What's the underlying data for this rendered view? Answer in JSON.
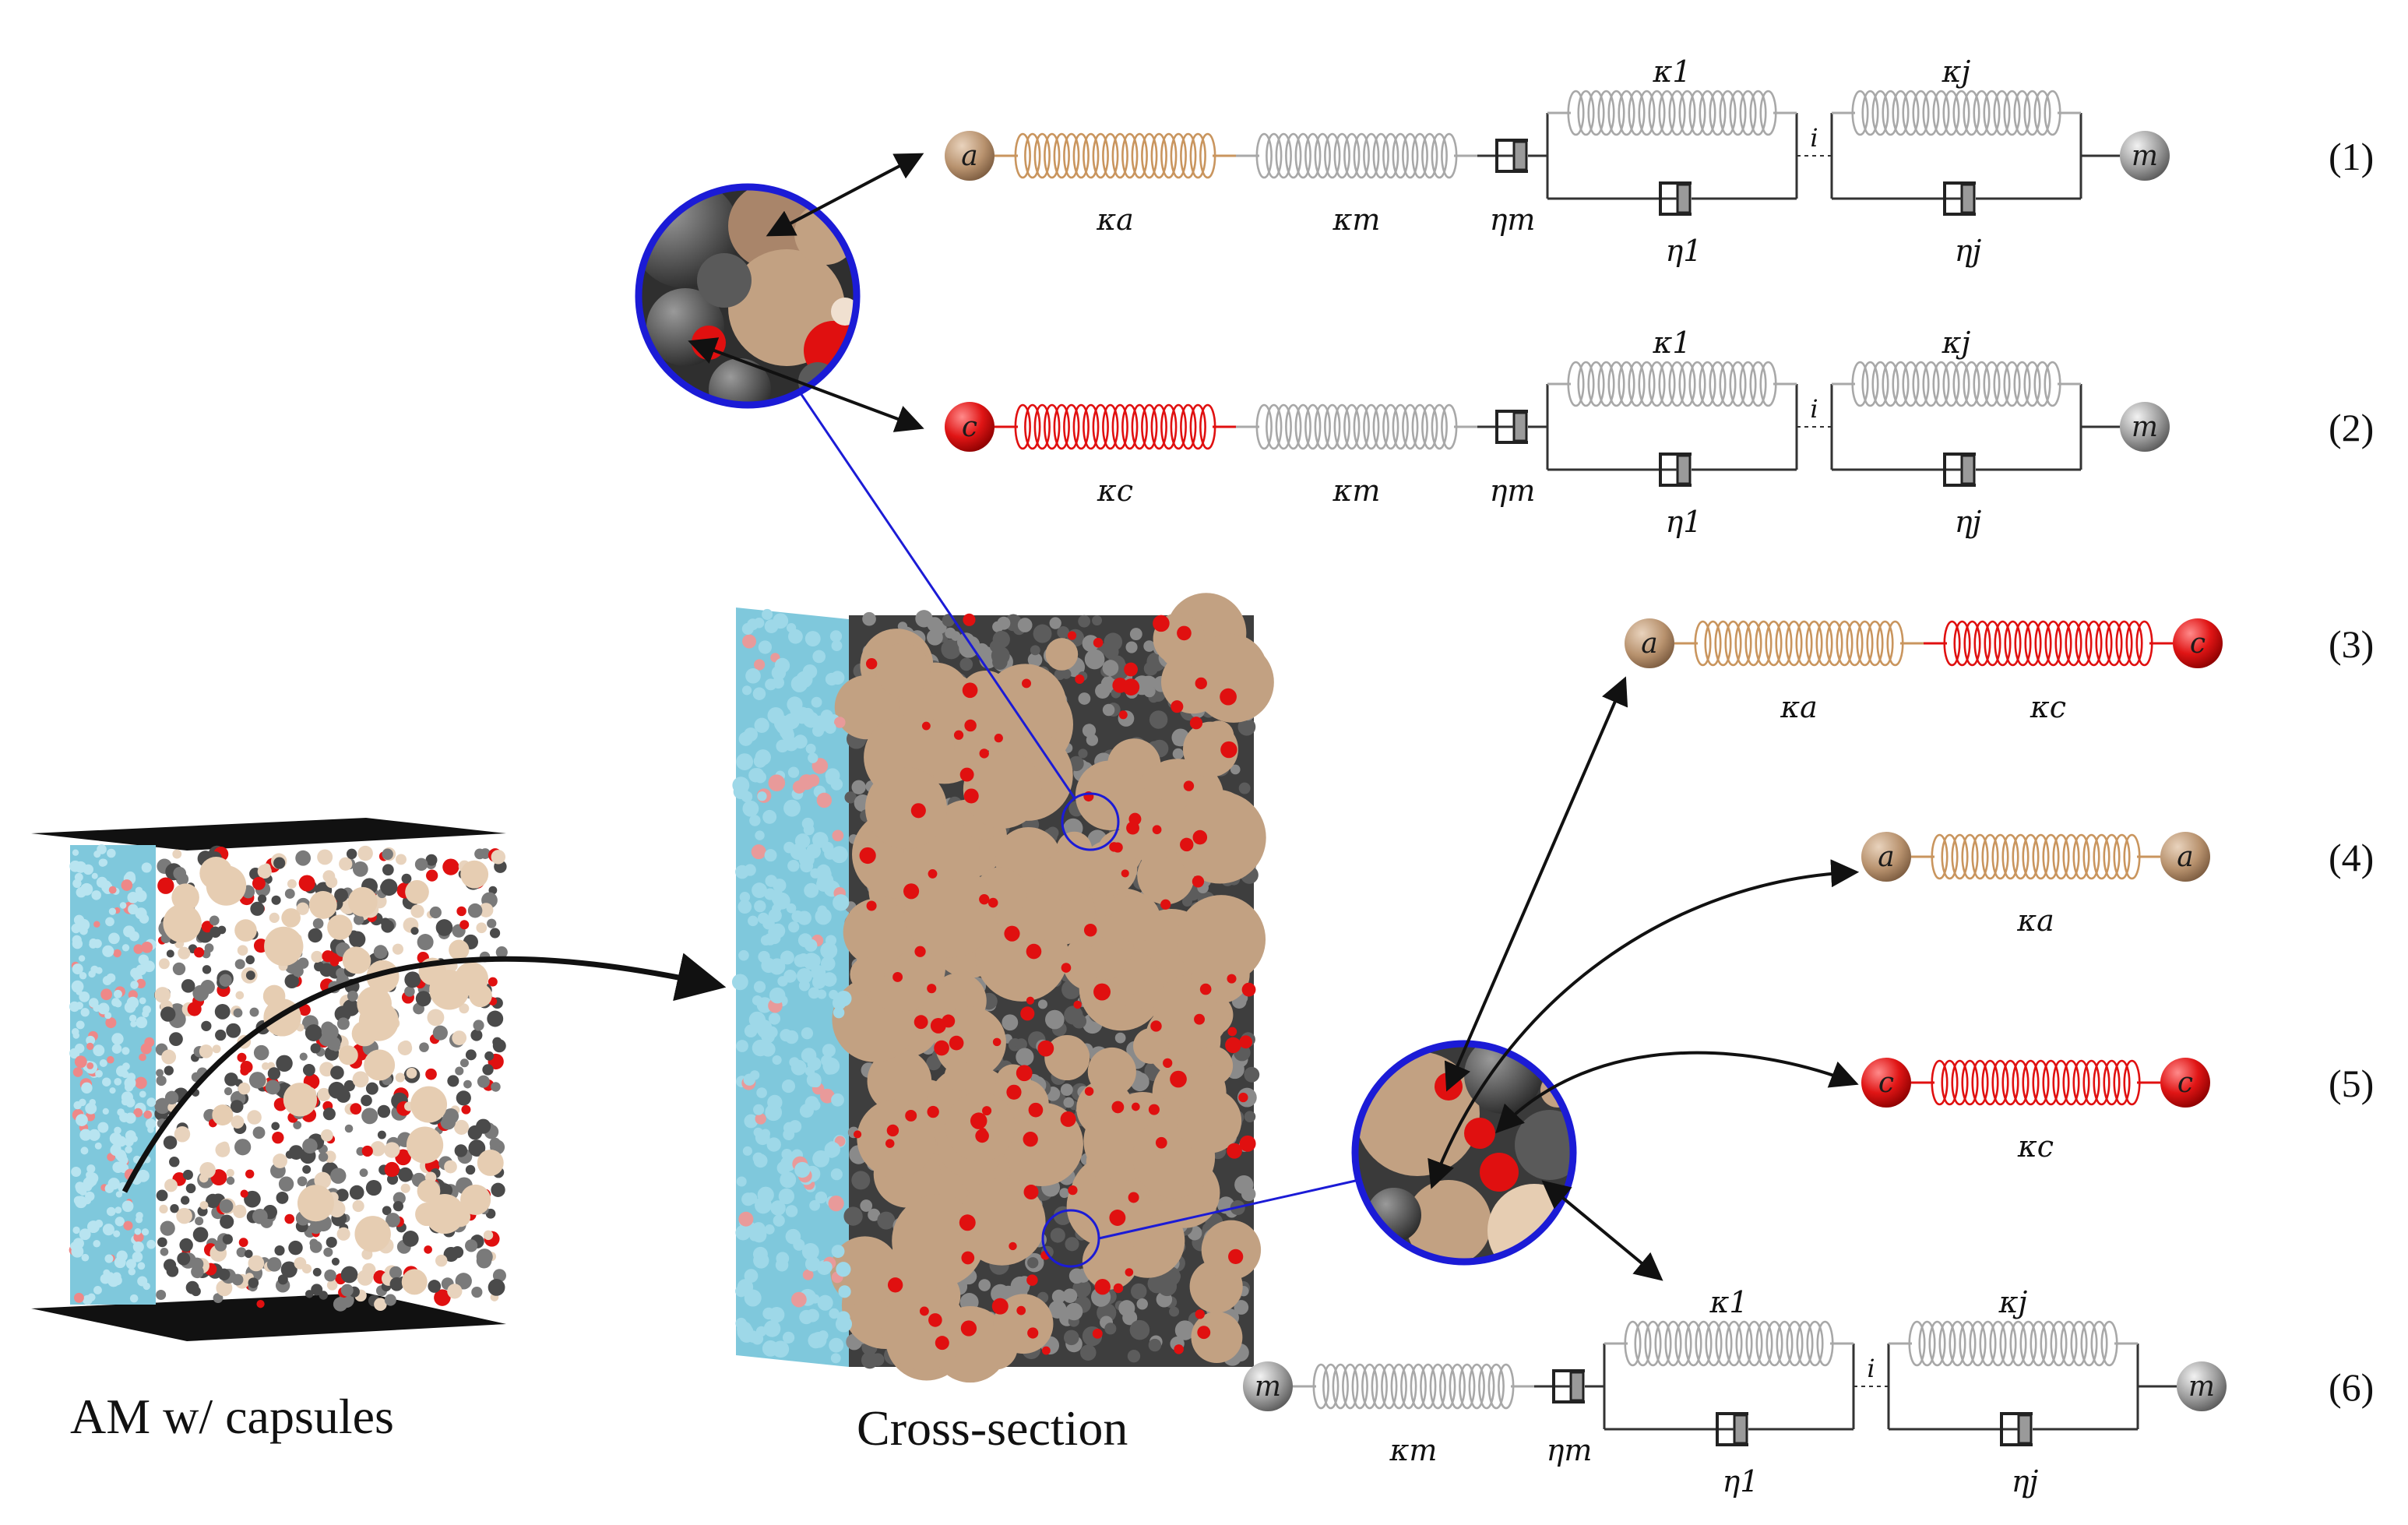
{
  "captions": {
    "left": "AM w/ capsules",
    "middle": "Cross-section"
  },
  "colors": {
    "aggregate": "#c2a182",
    "capsule": "#e01010",
    "mastic": "#9a9a9a",
    "mastic_dark": "#4a4a4a",
    "binder_face": "#7fc8dc",
    "zoom_ring": "#1b1bd6",
    "plate": "#111111"
  },
  "icons": {
    "node": "sphere-node",
    "spring": "coil-spring",
    "dashpot": "dashpot-damper",
    "zoom": "magnifier-circle",
    "arrow": "double-arrow"
  },
  "models": [
    {
      "id": "1",
      "label": "(1)",
      "left_node": "a",
      "right_node": "m",
      "springs": [
        "κa",
        "κm"
      ],
      "dashpot": "ηm",
      "burgers": {
        "k1": "κ1",
        "kj": "κj",
        "e1": "η1",
        "ej": "ηj",
        "i": "i"
      }
    },
    {
      "id": "2",
      "label": "(2)",
      "left_node": "c",
      "right_node": "m",
      "springs": [
        "κc",
        "κm"
      ],
      "dashpot": "ηm",
      "burgers": {
        "k1": "κ1",
        "kj": "κj",
        "e1": "η1",
        "ej": "ηj",
        "i": "i"
      }
    },
    {
      "id": "3",
      "label": "(3)",
      "left_node": "a",
      "right_node": "c",
      "springs": [
        "κa",
        "κc"
      ]
    },
    {
      "id": "4",
      "label": "(4)",
      "left_node": "a",
      "right_node": "a",
      "springs": [
        "κa"
      ]
    },
    {
      "id": "5",
      "label": "(5)",
      "left_node": "c",
      "right_node": "c",
      "springs": [
        "κc"
      ]
    },
    {
      "id": "6",
      "label": "(6)",
      "left_node": "m",
      "right_node": "m",
      "springs": [
        "κm"
      ],
      "dashpot": "ηm",
      "burgers": {
        "k1": "κ1",
        "kj": "κj",
        "e1": "η1",
        "ej": "ηj",
        "i": "i"
      }
    }
  ]
}
